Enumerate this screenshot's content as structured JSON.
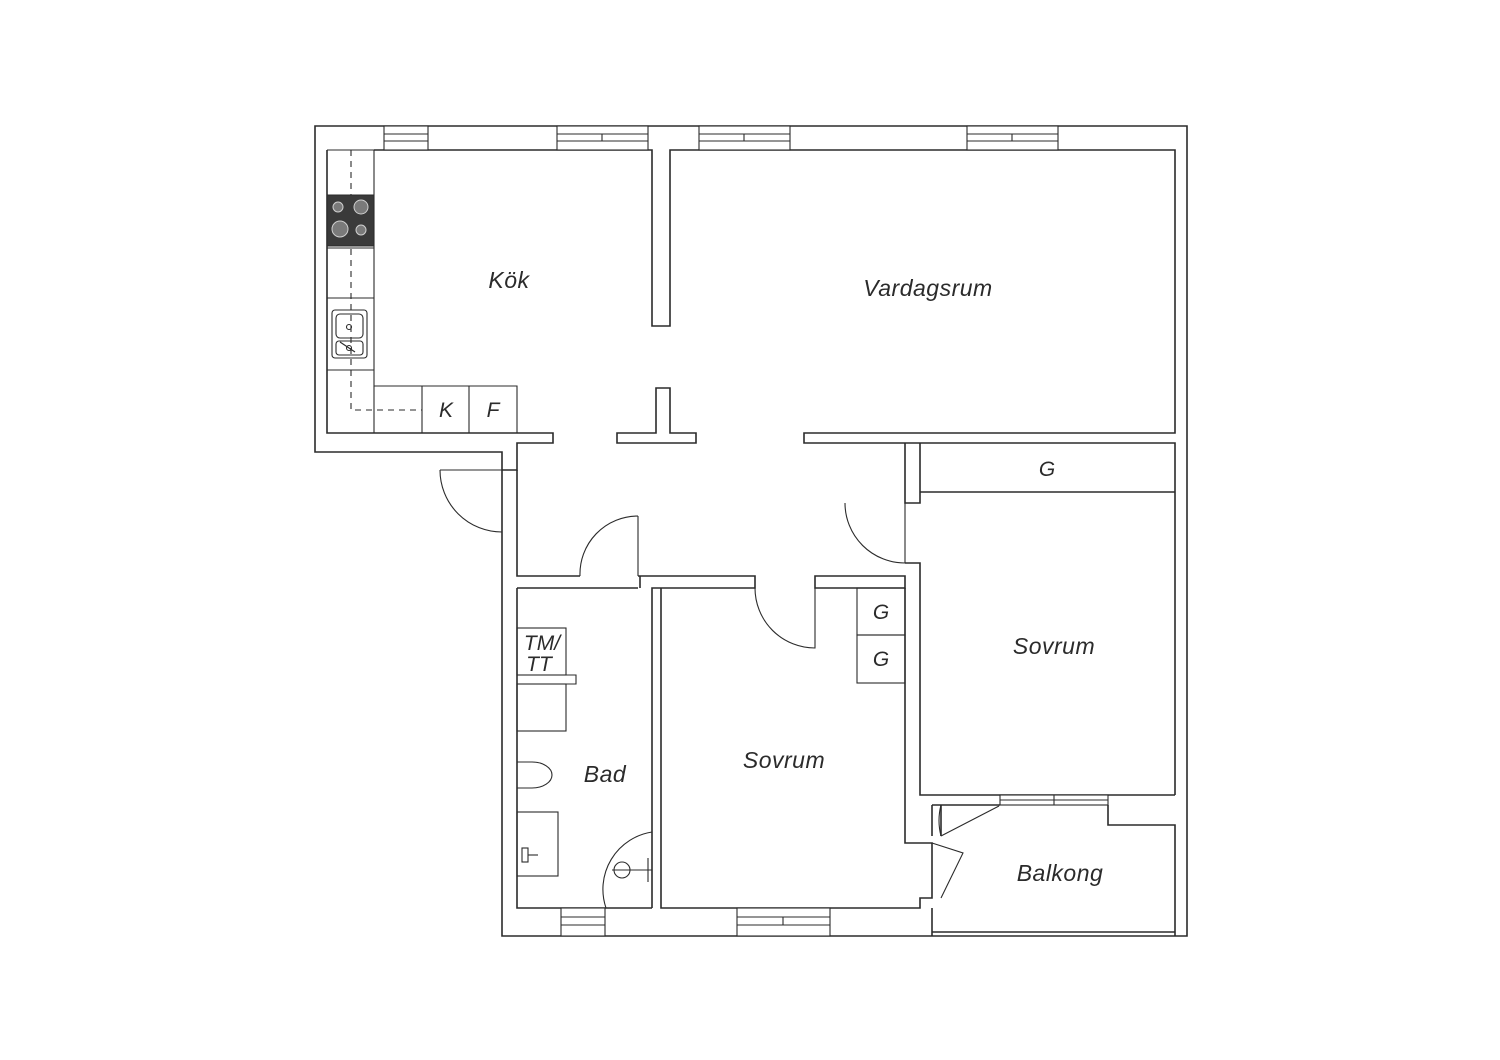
{
  "floorplan": {
    "rooms": {
      "kitchen": "Kök",
      "living_room": "Vardagsrum",
      "bedroom_1": "Sovrum",
      "bedroom_2": "Sovrum",
      "bathroom": "Bad",
      "balcony": "Balkong"
    },
    "fixtures": {
      "freezer": "K",
      "fridge": "F",
      "wardrobe": "G",
      "washer_dryer_line1": "TM/",
      "washer_dryer_line2": "TT"
    }
  }
}
